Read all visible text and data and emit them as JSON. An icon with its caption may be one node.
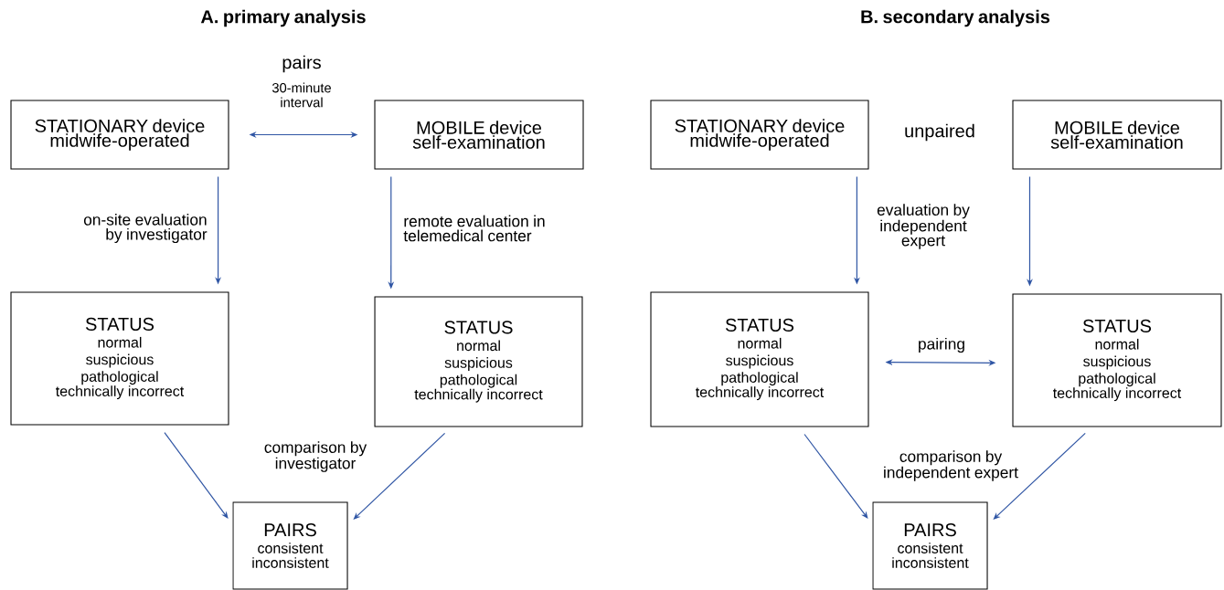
{
  "diagram": {
    "nodes": [
      {
        "text": [
          "STATIONARY device midwife-operated"
        ]
      },
      {
        "text": [
          "MOBILE device self-examination"
        ]
      },
      {
        "text": [
          "STATUS",
          "normal",
          "suspicious",
          "pathological",
          "technically incorrect"
        ]
      },
      {
        "text": [
          "STATUS",
          "normal",
          "suspicious",
          "pathological",
          "technically incorrect"
        ]
      },
      {
        "text": [
          "PAIRS",
          "consistent",
          "inconsistent"
        ]
      },
      {
        "text": [
          "STATIONARY device midwife-operated"
        ]
      },
      {
        "text": [
          "MOBILE device self-examination"
        ]
      },
      {
        "text": [
          "STATUS",
          "normal",
          "suspicious",
          "pathological",
          "technically incorrect"
        ]
      },
      {
        "text": [
          "STATUS",
          "normal",
          "suspicious",
          "pathological",
          "technically incorrect"
        ]
      },
      {
        "text": [
          "PAIRS",
          "consistent",
          "inconsistent"
        ]
      }
    ],
    "edges": [
      {
        "from": 0,
        "to": 1,
        "arrow": "both",
        "label": "pairs"
      },
      {
        "from": 0,
        "to": 2,
        "arrow": "to",
        "label": "on-site evaluation by investigator"
      },
      {
        "from": 1,
        "to": 3,
        "arrow": "to",
        "label": "remote evaluation in telemedical center"
      },
      {
        "from": 2,
        "to": 4,
        "arrow": "to"
      },
      {
        "from": 3,
        "to": 4,
        "arrow": "to"
      },
      {
        "from": 5,
        "to": 7,
        "arrow": "to"
      },
      {
        "from": 6,
        "to": 8,
        "arrow": "to"
      },
      {
        "from": 7,
        "to": 8,
        "arrow": "both",
        "label": "pairing"
      },
      {
        "from": 7,
        "to": 9,
        "arrow": "to"
      },
      {
        "from": 8,
        "to": 9,
        "arrow": "to"
      }
    ],
    "labels": [
      "A. primary analysis",
      "B. secondary analysis",
      "30-minute interval",
      "unpaired",
      "evaluation by independent expert",
      "comparison by investigator",
      "comparison by independent expert"
    ]
  }
}
